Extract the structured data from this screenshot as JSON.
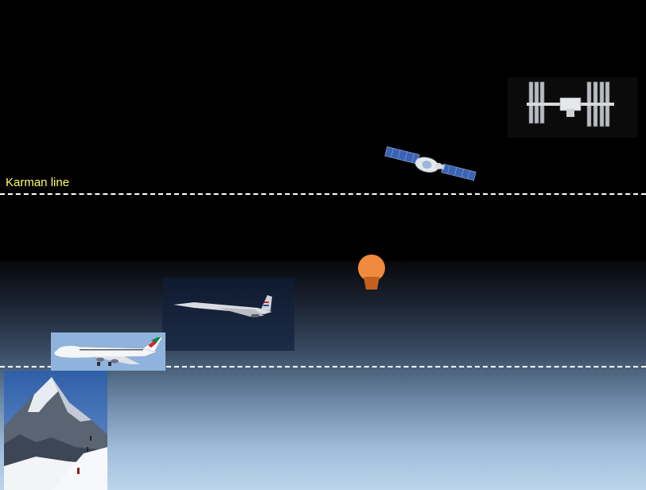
{
  "diagram": {
    "karman_label": "Karman line",
    "colors": {
      "space": "#000000",
      "sky_bottom": "#bcd5ec",
      "label": "#ffff66",
      "line": "#ffffff",
      "balloon": "#f08a3c"
    },
    "pictures": [
      {
        "name": "space-station-photo",
        "icon": "iss"
      },
      {
        "name": "satellite-photo",
        "icon": "satellite"
      },
      {
        "name": "weather-balloon-shape",
        "icon": "balloon"
      },
      {
        "name": "concorde-photo",
        "icon": "concorde"
      },
      {
        "name": "airliner-photo",
        "icon": "boeing-747"
      },
      {
        "name": "everest-photo",
        "icon": "mountain"
      }
    ]
  }
}
